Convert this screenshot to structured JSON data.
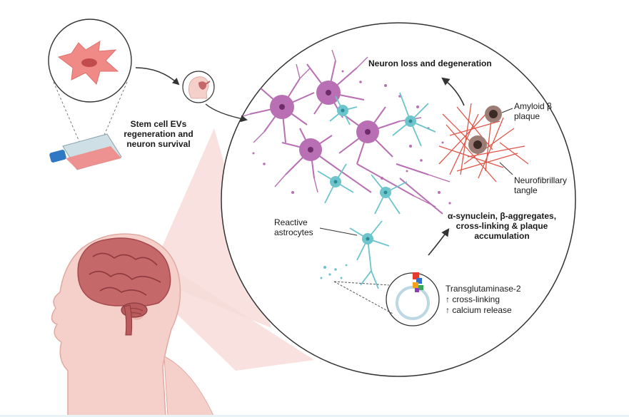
{
  "labels": {
    "stem_cell_line1": "Stem cell EVs",
    "stem_cell_line2": "regeneration and",
    "stem_cell_line3": "neuron survival",
    "neuron_loss": "Neuron loss and degeneration",
    "amyloid_line1": "Amyloid β",
    "amyloid_line2": "plaque",
    "neuro_line1": "Neurofibrillary",
    "neuro_line2": "tangle",
    "reactive_line1": "Reactive",
    "reactive_line2": "astrocytes",
    "synuclein_line1": "α-synuclein, β-aggregates,",
    "synuclein_line2": "cross-linking &  plaque",
    "synuclein_line3": "accumulation",
    "tg2_line1": "Transglutaminase-2",
    "tg2_line2": "↑ cross-linking",
    "tg2_line3": "↑ calcium release"
  },
  "colors": {
    "neuron": "#b86fb3",
    "neuron_nucleus": "#6e2c6b",
    "astrocyte": "#6cc4cc",
    "tangle": "#e0574a",
    "plaque": "#6b4a44",
    "brain": "#c4686a",
    "skin": "#f5cfc9",
    "zoom_cone": "#f7dcd9",
    "cell_red": "#f08a86",
    "flask_body": "#cfdfe6",
    "flask_cap": "#2f78c4",
    "arrow": "#333333"
  },
  "icons": {
    "stem_cell": "stem-cell-icon",
    "flask": "cell-culture-flask-icon",
    "ev_treatment": "head-ev-treatment-icon",
    "head": "human-head-icon"
  }
}
